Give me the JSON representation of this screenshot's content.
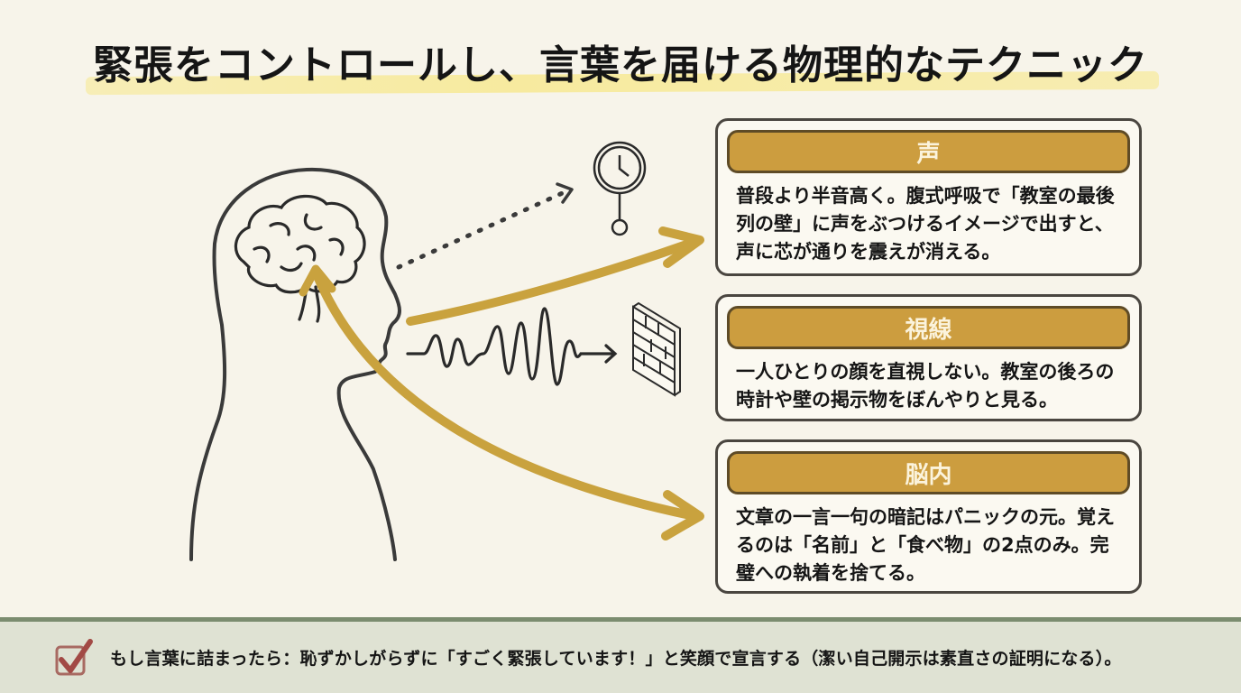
{
  "title": "緊張をコントロールし、言葉を届ける物理的なテクニック",
  "illustration": {
    "elements": [
      "head-silhouette",
      "brain-icon",
      "clock-icon",
      "brick-wall-icon",
      "sound-wave",
      "dotted-gaze-arrow",
      "voice-arrow",
      "brain-arrow"
    ]
  },
  "cards": [
    {
      "header": "声",
      "body": "普段より半音高く。腹式呼吸で「教室の最後列の壁」に声をぶつけるイメージで出すと、声に芯が通りを震えが消える。"
    },
    {
      "header": "視線",
      "body": "一人ひとりの顔を直視しない。教室の後ろの時計や壁の掲示物をぼんやりと見る。"
    },
    {
      "header": "脳内",
      "body": "文章の一言一句の暗記はパニックの元。覚えるのは「名前」と「食べ物」の2点のみ。完璧への執着を捨てる。"
    }
  ],
  "footer": {
    "icon": "checkbox-checked-icon",
    "text": "もし言葉に詰まったら：恥ずかしがらずに「すごく緊張しています！」と笑顔で宣言する（潔い自己開示は素直さの証明になる）。"
  },
  "colors": {
    "background": "#f7f4ea",
    "accent_gold": "#cc9d3f",
    "card_border": "#4a4640",
    "footer_bg": "#dfe2d3",
    "footer_border": "#7b8c6f",
    "check_red": "#a24a45",
    "title_highlight": "#f7e88c"
  }
}
